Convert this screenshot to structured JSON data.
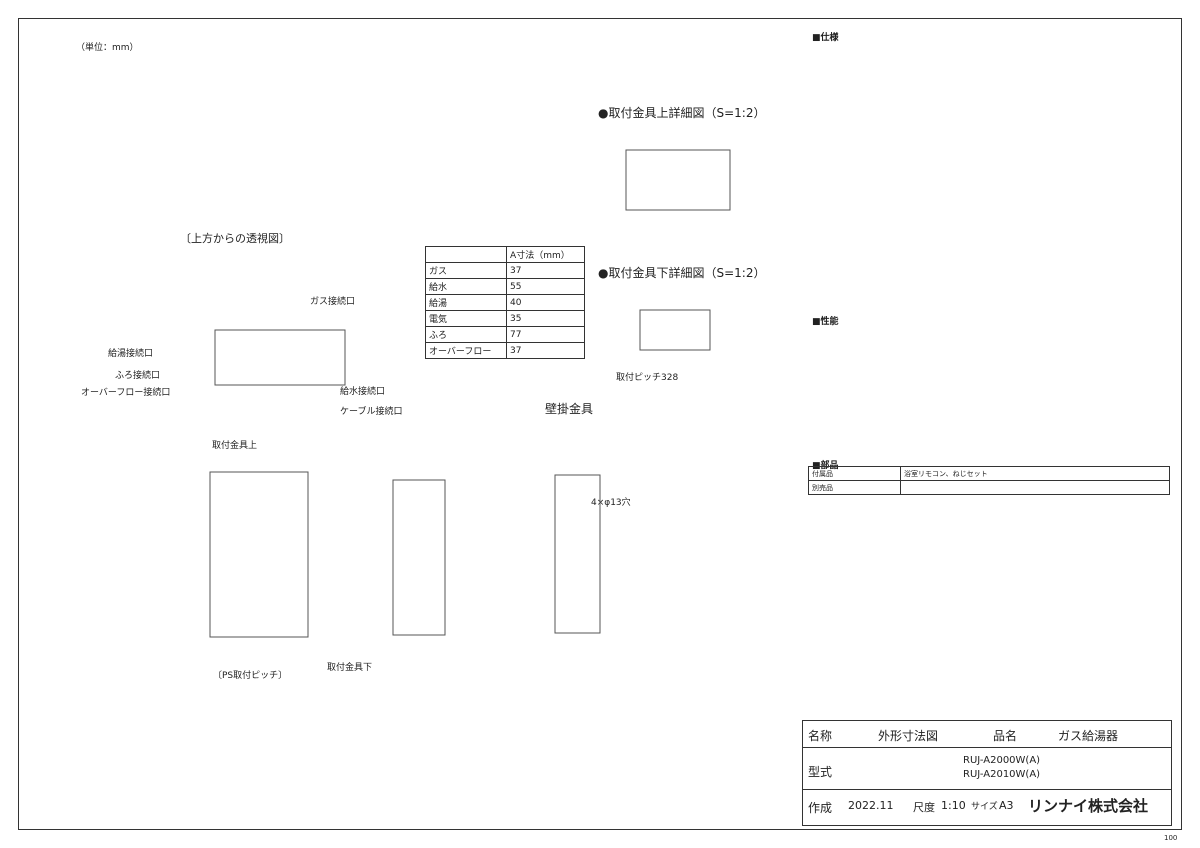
{
  "header": {
    "unit_note": "（単位：mm）"
  },
  "detail_titles": {
    "upper_bracket": "●取付金具上詳細図（S=1:2）",
    "lower_bracket": "●取付金具下詳細図（S=1:2）",
    "top_view": "〔上方からの透視図〕",
    "wall_bracket": "壁掛金具"
  },
  "top_view_labels": {
    "gas": "ガス接続口",
    "hot_supply": "給湯接続口",
    "bath": "ふろ接続口",
    "overflow": "オーバーフロー接続口",
    "water": "給水接続口",
    "cable": "ケーブル接続口"
  },
  "a_table": {
    "header": [
      "",
      "A寸法（mm）"
    ],
    "rows": [
      [
        "ガス",
        "37"
      ],
      [
        "給水",
        "55"
      ],
      [
        "給湯",
        "40"
      ],
      [
        "電気",
        "35"
      ],
      [
        "ふろ",
        "77"
      ],
      [
        "オーバーフロー",
        "37"
      ]
    ]
  },
  "side_labels": {
    "bracket_top": "取付金具上",
    "bracket_bottom": "取付金具下",
    "ps_pitch": "〔PS取付ピッチ〕",
    "hole": "4×φ13穴",
    "pitch_328": "取付ピッチ328"
  },
  "spec_section": {
    "title": "■仕様",
    "performance_title": "■性能",
    "parts_title": "■部品",
    "parts": [
      [
        "付属品",
        "浴室リモコン、ねじセット"
      ],
      [
        "別売品",
        ""
      ]
    ]
  },
  "title_block": {
    "name_label": "名称",
    "name_value": "外形寸法図",
    "item_label": "品名",
    "item_value": "ガス給湯器",
    "model_label": "型式",
    "model_values": [
      "RUJ-A2000W(A)",
      "RUJ-A2010W(A)"
    ],
    "date_label": "作成",
    "date_value": "2022.11",
    "scale_label": "尺度",
    "scale_value": "1:10",
    "size_label": "サイズ",
    "size_value": "A3",
    "company": "リンナイ株式会社"
  },
  "page_number": "100"
}
